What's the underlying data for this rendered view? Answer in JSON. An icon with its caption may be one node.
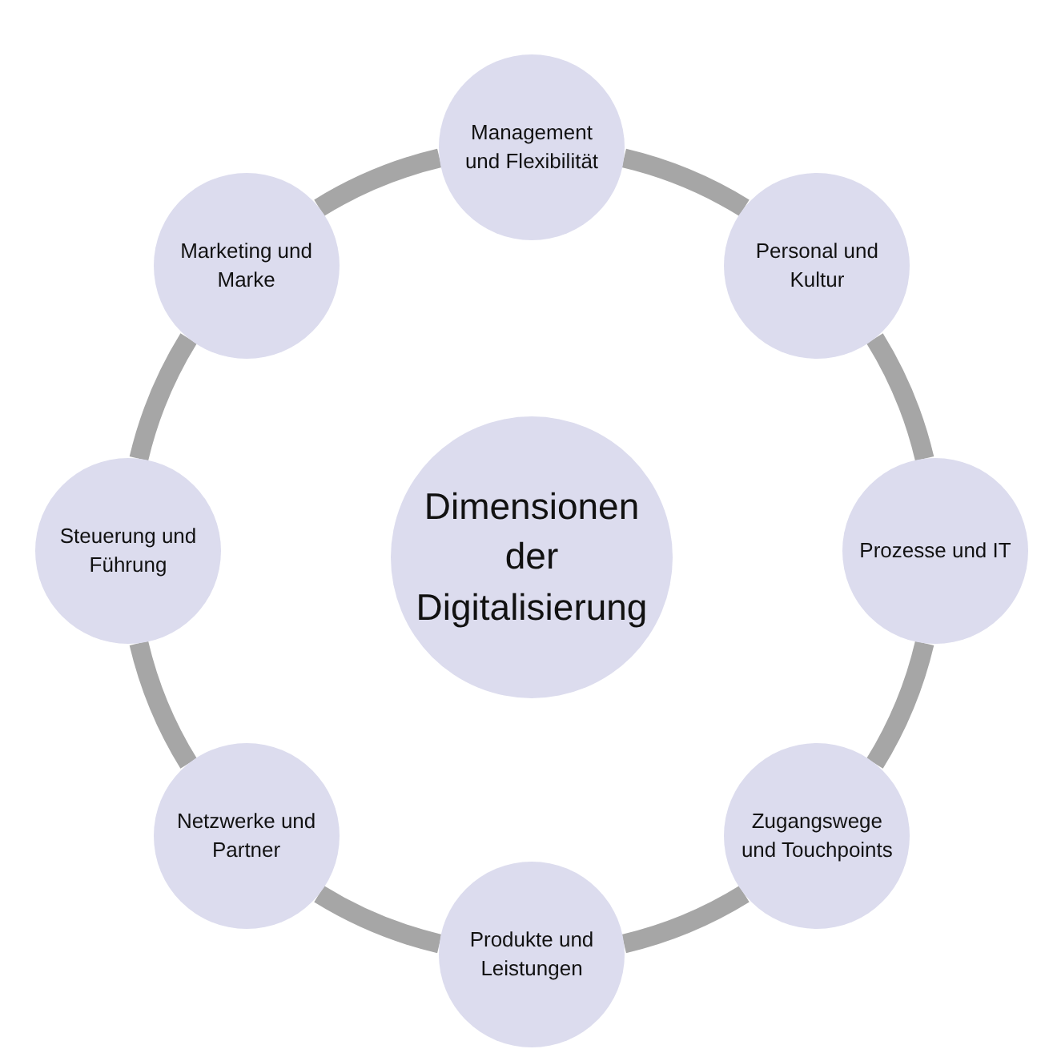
{
  "diagram": {
    "nodes": [
      {
        "text": [
          "Dimensionen der Digitalisierung"
        ]
      },
      {
        "text": [
          "Management und Flexibilität"
        ]
      },
      {
        "text": [
          "Personal und Kultur"
        ]
      },
      {
        "text": [
          "Prozesse und IT"
        ]
      },
      {
        "text": [
          "Zugangswege und Touchpoints"
        ]
      },
      {
        "text": [
          "Produkte und Leistungen"
        ]
      },
      {
        "text": [
          "Netzwerke und Partner"
        ]
      },
      {
        "text": [
          "Steuerung und Führung"
        ]
      },
      {
        "text": [
          "Marketing und Marke"
        ]
      }
    ],
    "edges": [
      {
        "from": 1,
        "to": 2,
        "arrow": "none"
      },
      {
        "from": 2,
        "to": 3,
        "arrow": "none"
      },
      {
        "from": 3,
        "to": 4,
        "arrow": "none"
      },
      {
        "from": 4,
        "to": 5,
        "arrow": "none"
      },
      {
        "from": 5,
        "to": 6,
        "arrow": "none"
      },
      {
        "from": 6,
        "to": 7,
        "arrow": "none"
      },
      {
        "from": 7,
        "to": 8,
        "arrow": "none"
      },
      {
        "from": 8,
        "to": 1,
        "arrow": "none"
      }
    ]
  }
}
